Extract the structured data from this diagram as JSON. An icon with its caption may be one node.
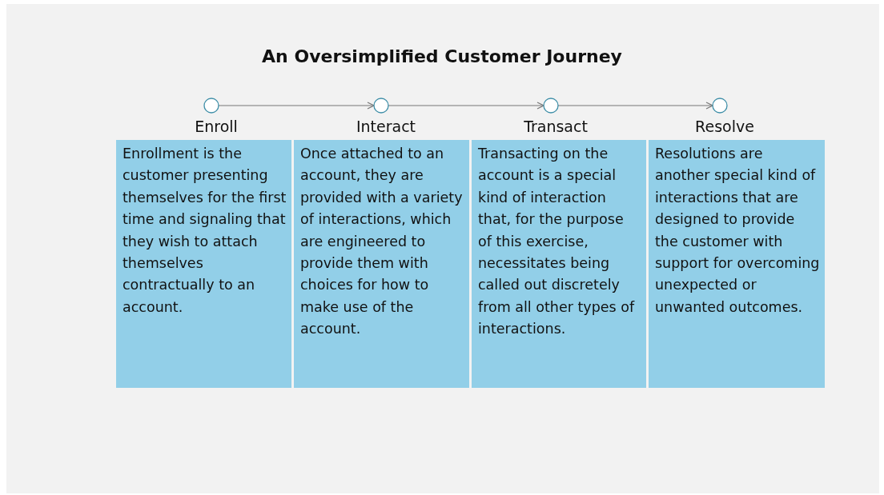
{
  "diagram": {
    "title": "An Oversimplified Customer Journey",
    "nodes": [
      {
        "text": [],
        "shape": "circle"
      },
      {
        "text": [],
        "shape": "circle"
      },
      {
        "text": [],
        "shape": "circle"
      },
      {
        "text": [],
        "shape": "circle"
      },
      {
        "text": [
          "Enroll",
          "Enrollment is the customer presenting themselves for the first time and signaling that they wish to attach themselves contractually to an account."
        ]
      },
      {
        "text": [
          "Interact",
          "Once attached to an account, they are provided with a variety of interactions, which are engineered to provide them with choices for how to make use of the account."
        ]
      },
      {
        "text": [
          "Transact",
          "Transacting on the account is a special kind of interaction that, for the purpose of this exercise, necessitates being called out discretely from all other types of interactions."
        ]
      },
      {
        "text": [
          "Resolve",
          "Resolutions are another special kind of interactions that are designed to provide the customer with support for overcoming unexpected or unwanted outcomes."
        ]
      }
    ],
    "edges": [
      {
        "from": 0,
        "to": 1,
        "arrow": "to"
      },
      {
        "from": 1,
        "to": 2,
        "arrow": "to"
      },
      {
        "from": 2,
        "to": 3,
        "arrow": "to"
      }
    ]
  }
}
